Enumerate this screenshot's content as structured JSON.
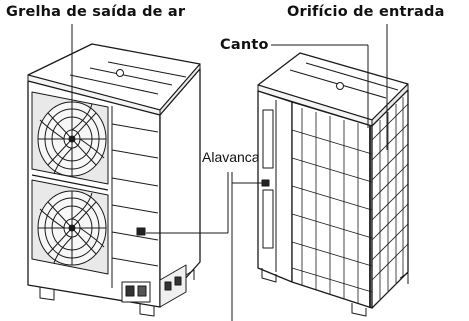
{
  "labels": {
    "air_outlet_grille": "Grelha de saída de ar",
    "inlet_hole": "Orifício de entrada",
    "corner": "Canto",
    "lever": "Alavanca"
  },
  "colors": {
    "stroke": "#1a1a1a",
    "fill": "#ffffff",
    "dark": "#222222"
  }
}
